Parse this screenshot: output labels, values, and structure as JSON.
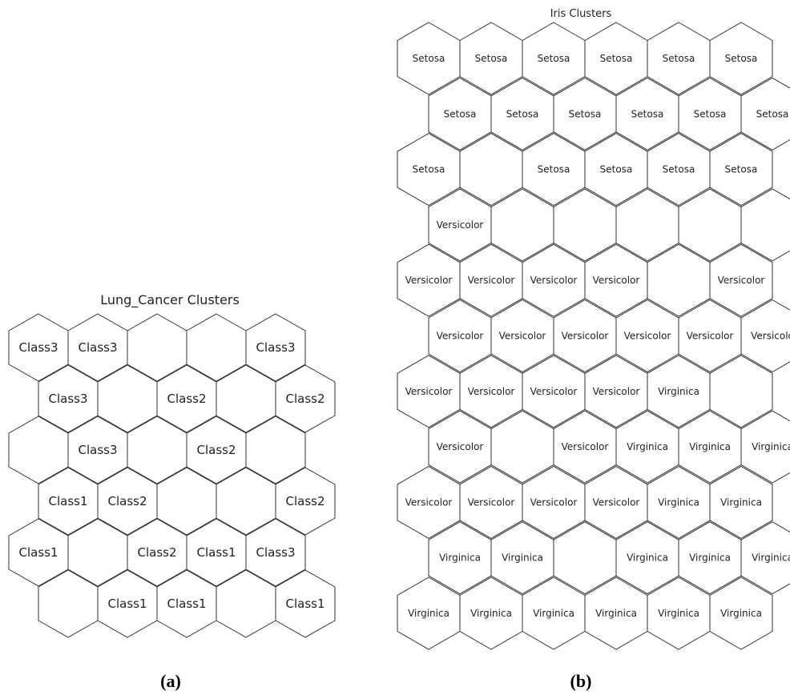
{
  "panel_a": {
    "title": "Lung_Cancer Clusters",
    "caption": "(a)",
    "rows": [
      [
        "Class3",
        "Class3",
        "",
        "",
        "Class3"
      ],
      [
        "Class3",
        "",
        "Class2",
        "",
        "Class2"
      ],
      [
        "",
        "Class3",
        "",
        "Class2",
        ""
      ],
      [
        "Class1",
        "Class2",
        "",
        "",
        "Class2"
      ],
      [
        "Class1",
        "",
        "Class2",
        "Class1",
        "Class3"
      ],
      [
        "",
        "Class1",
        "Class1",
        "",
        "Class1"
      ]
    ]
  },
  "panel_b": {
    "title": "Iris Clusters",
    "caption": "(b)",
    "rows": [
      [
        "Setosa",
        "Setosa",
        "Setosa",
        "Setosa",
        "Setosa",
        "Setosa"
      ],
      [
        "Setosa",
        "Setosa",
        "Setosa",
        "Setosa",
        "Setosa",
        "Setosa"
      ],
      [
        "Setosa",
        "",
        "Setosa",
        "Setosa",
        "Setosa",
        "Setosa"
      ],
      [
        "Versicolor",
        "",
        "",
        "",
        "",
        ""
      ],
      [
        "Versicolor",
        "Versicolor",
        "Versicolor",
        "Versicolor",
        "",
        "Versicolor"
      ],
      [
        "Versicolor",
        "Versicolor",
        "Versicolor",
        "Versicolor",
        "Versicolor",
        "Versicolo"
      ],
      [
        "Versicolor",
        "Versicolor",
        "Versicolor",
        "Versicolor",
        "Virginica",
        ""
      ],
      [
        "Versicolor",
        "",
        "Versicolor",
        "Virginica",
        "Virginica",
        "Virginica"
      ],
      [
        "Versicolor",
        "Versicolor",
        "Versicolor",
        "Versicolor",
        "Virginica",
        "Virginica"
      ],
      [
        "Virginica",
        "Virginica",
        "",
        "Virginica",
        "Virginica",
        "Virginica"
      ],
      [
        "Virginica",
        "Virginica",
        "Virginica",
        "Virginica",
        "Virginica",
        "Virginica"
      ]
    ]
  }
}
